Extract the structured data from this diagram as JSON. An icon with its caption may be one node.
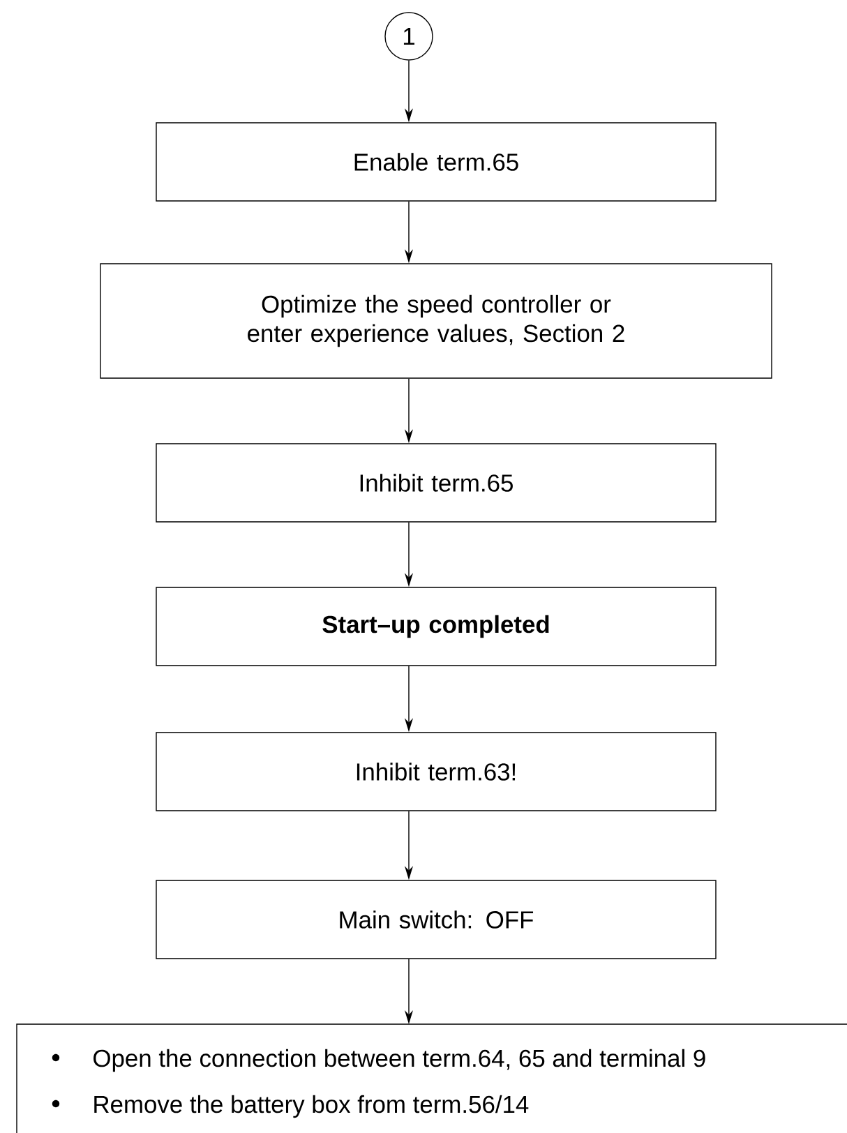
{
  "diagram": {
    "nodes": [
      {
        "text": [
          "1"
        ]
      },
      {
        "text": [
          "Enable term.65"
        ]
      },
      {
        "text": [
          "Optimize the speed controller or enter experience values, Section 2"
        ]
      },
      {
        "text": [
          "Inhibit term.65"
        ]
      },
      {
        "text": [
          "Start–up completed"
        ]
      },
      {
        "text": [
          "Inhibit term.63!"
        ]
      },
      {
        "text": [
          "Main switch: OFF"
        ]
      },
      {
        "text": [
          "Open the connection between term.64, 65 and terminal 9",
          "Remove the battery box from term.56/14"
        ]
      }
    ],
    "edges": [
      {
        "from": 0,
        "to": 1,
        "arrow": "to"
      },
      {
        "from": 1,
        "to": 2,
        "arrow": "to"
      },
      {
        "from": 2,
        "to": 3,
        "arrow": "to"
      },
      {
        "from": 3,
        "to": 4,
        "arrow": "to"
      },
      {
        "from": 4,
        "to": 5,
        "arrow": "to"
      },
      {
        "from": 5,
        "to": 6,
        "arrow": "to"
      },
      {
        "from": 6,
        "to": 7,
        "arrow": "to"
      }
    ]
  }
}
